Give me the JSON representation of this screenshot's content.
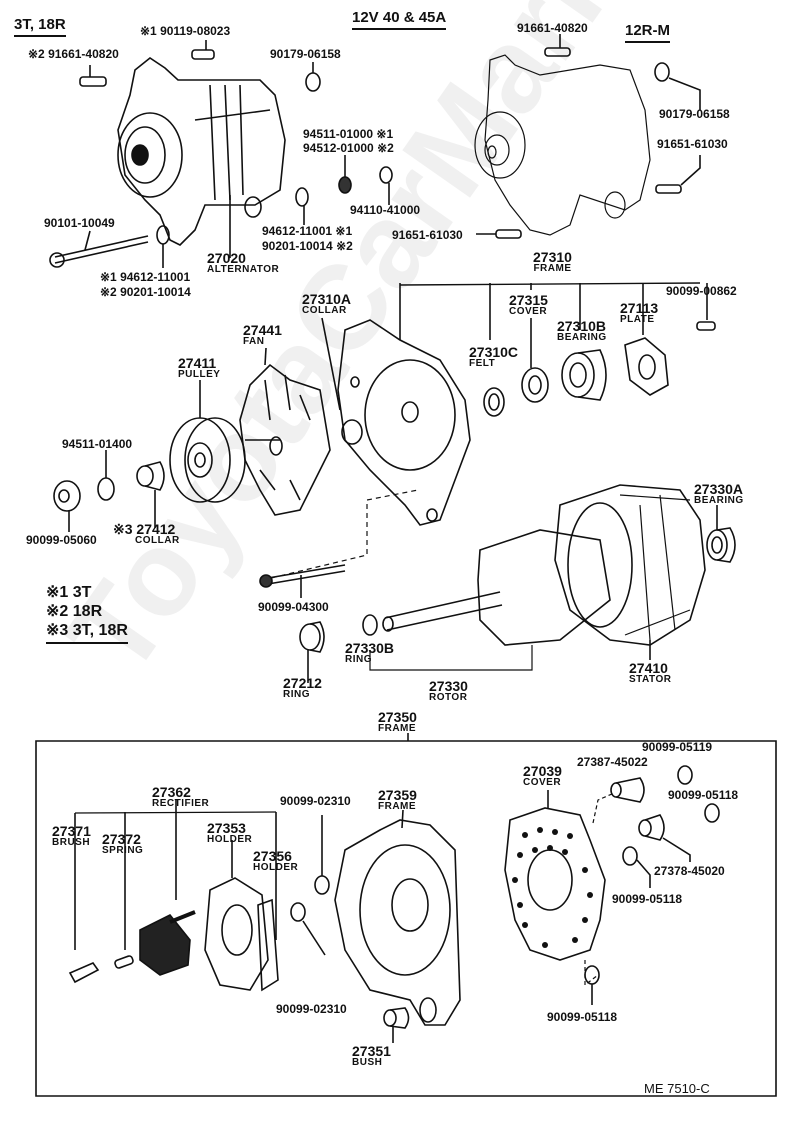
{
  "diagram": {
    "title": "12V 40 & 45A",
    "variant_left": "3T, 18R",
    "variant_right": "12R-M",
    "figure_code": "ME 7510-C",
    "watermark": "ToyotaCarMarket.ru",
    "legend": [
      {
        "mark": "※1",
        "text": "3T"
      },
      {
        "mark": "※2",
        "text": "18R"
      },
      {
        "mark": "※3",
        "text": "3T, 18R"
      }
    ],
    "labels": {
      "p_90119_08023": {
        "num": "※1 90119-08023"
      },
      "p_91661_40820_l": {
        "num": "※2 91661-40820"
      },
      "p_90179_06158_l": {
        "num": "90179-06158"
      },
      "p_94511_01000": {
        "num": "94511-01000 ※1"
      },
      "p_94512_01000": {
        "num": "94512-01000 ※2"
      },
      "p_94110_41000": {
        "num": "94110-41000"
      },
      "p_94612_11001_r": {
        "num": "94612-11001 ※1"
      },
      "p_90201_10014_r": {
        "num": "90201-10014 ※2"
      },
      "p_90101_10049": {
        "num": "90101-10049"
      },
      "p_27020": {
        "num": "27020",
        "name": "ALTERNATOR"
      },
      "p_94612_11001_l": {
        "num": "※1 94612-11001"
      },
      "p_90201_10014_l": {
        "num": "※2 90201-10014"
      },
      "p_91661_40820_r": {
        "num": "91661-40820"
      },
      "p_90179_06158_r": {
        "num": "90179-06158"
      },
      "p_91651_61030_r": {
        "num": "91651-61030"
      },
      "p_91651_61030_b": {
        "num": "91651-61030"
      },
      "p_27310": {
        "num": "27310",
        "name": "FRAME"
      },
      "p_90099_00862": {
        "num": "90099-00862"
      },
      "p_27315": {
        "num": "27315",
        "name": "COVER"
      },
      "p_27113": {
        "num": "27113",
        "name": "PLATE"
      },
      "p_27310B": {
        "num": "27310B",
        "name": "BEARING"
      },
      "p_27310C": {
        "num": "27310C",
        "name": "FELT"
      },
      "p_27310A": {
        "num": "27310A",
        "name": "COLLAR"
      },
      "p_27441": {
        "num": "27441",
        "name": "FAN"
      },
      "p_27411": {
        "num": "27411",
        "name": "PULLEY"
      },
      "p_94511_01400": {
        "num": "94511-01400"
      },
      "p_90099_05060": {
        "num": "90099-05060"
      },
      "p_27412": {
        "num": "※3 27412",
        "name": "COLLAR"
      },
      "p_27330A": {
        "num": "27330A",
        "name": "BEARING"
      },
      "p_90099_04300": {
        "num": "90099-04300"
      },
      "p_27330B": {
        "num": "27330B",
        "name": "RING"
      },
      "p_27212": {
        "num": "27212",
        "name": "RING"
      },
      "p_27330": {
        "num": "27330",
        "name": "ROTOR"
      },
      "p_27410": {
        "num": "27410",
        "name": "STATOR"
      },
      "p_27350": {
        "num": "27350",
        "name": "FRAME"
      },
      "p_27362": {
        "num": "27362",
        "name": "RECTIFIER"
      },
      "p_27371": {
        "num": "27371",
        "name": "BRUSH"
      },
      "p_27372": {
        "num": "27372",
        "name": "SPRING"
      },
      "p_27353": {
        "num": "27353",
        "name": "HOLDER"
      },
      "p_27356": {
        "num": "27356",
        "name": "HOLDER"
      },
      "p_90099_02310_t": {
        "num": "90099-02310"
      },
      "p_27359": {
        "num": "27359",
        "name": "FRAME"
      },
      "p_90099_02310_b": {
        "num": "90099-02310"
      },
      "p_27351": {
        "num": "27351",
        "name": "BUSH"
      },
      "p_27039": {
        "num": "27039",
        "name": "COVER"
      },
      "p_27387_45022": {
        "num": "27387-45022"
      },
      "p_90099_05119": {
        "num": "90099-05119"
      },
      "p_90099_05118_a": {
        "num": "90099-05118"
      },
      "p_27378_45020": {
        "num": "27378-45020"
      },
      "p_90099_05118_b": {
        "num": "90099-05118"
      },
      "p_90099_05118_c": {
        "num": "90099-05118"
      }
    }
  }
}
